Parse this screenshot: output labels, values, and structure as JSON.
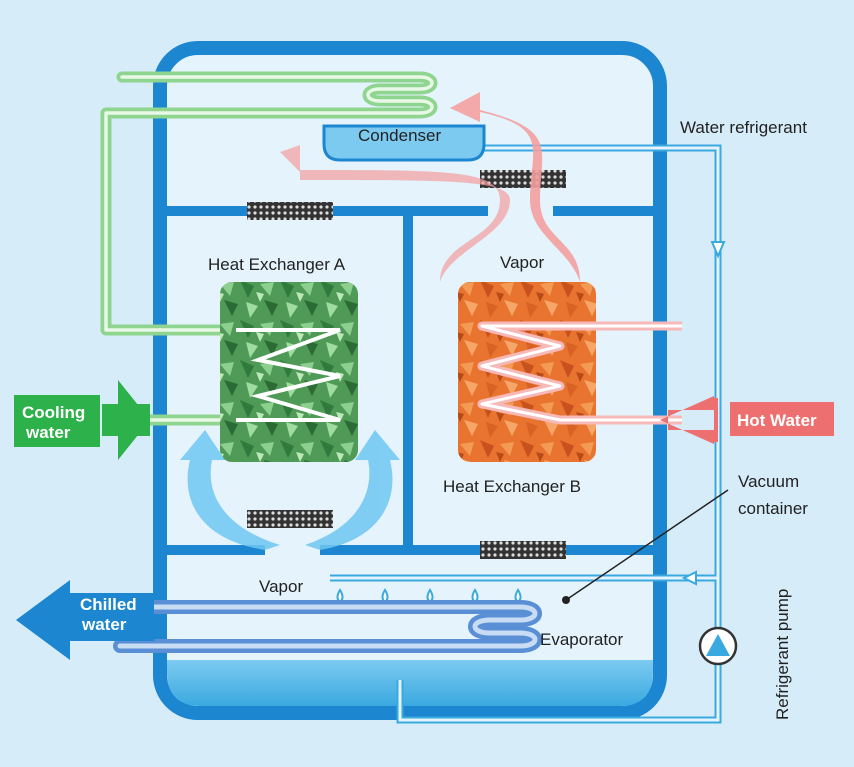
{
  "labels": {
    "condenser": "Condenser",
    "water_refrigerant": "Water refrigerant",
    "vapor_top": "Vapor",
    "heat_exchanger_a": "Heat Exchanger A",
    "heat_exchanger_b": "Heat Exchanger B",
    "cooling_water_1": "Cooling",
    "cooling_water_2": "water",
    "hot_water": "Hot Water",
    "vacuum_container_1": "Vacuum",
    "vacuum_container_2": "container",
    "vapor_bottom": "Vapor",
    "chilled_water_1": "Chilled",
    "chilled_water_2": "water",
    "evaporator": "Evaporator",
    "refrigerant_pump": "Refrigerant pump"
  },
  "colors": {
    "background": "#d6ecf9",
    "container": "#1d86d1",
    "cooling": "#2db14b",
    "hot": "#ee6f6f",
    "heat_exchanger_a": "#4e9a56",
    "heat_exchanger_b": "#e8742f",
    "chilled": "#1d86d1"
  }
}
